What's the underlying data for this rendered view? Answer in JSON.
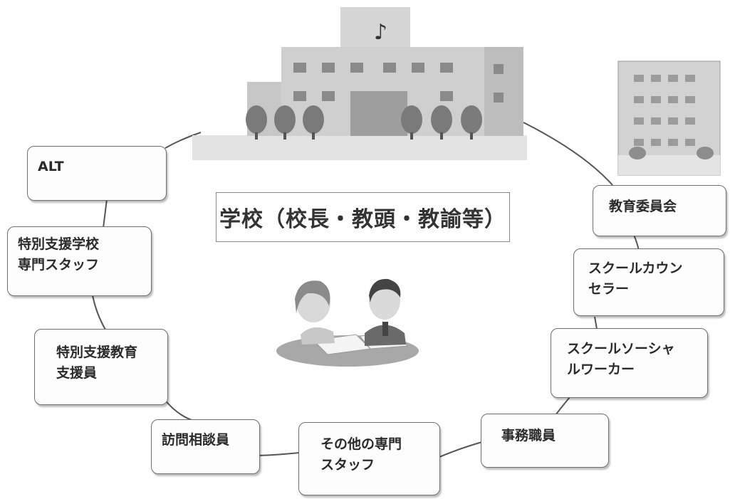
{
  "center": {
    "label": "学校（校長・教頭・教諭等）"
  },
  "nodes": {
    "alt": "ALT",
    "special_school_staff": "特別支援学校\n専門スタッフ",
    "special_support_assistant": "特別支援教育\n支援員",
    "visiting_counselor": "訪問相談員",
    "other_staff": "その他の専門\nスタッフ",
    "office_staff": "事務職員",
    "social_worker": "スクールソーシャ\nルワーカー",
    "school_counselor": "スクールカウン\nセラー",
    "board_of_education": "教育委員会"
  },
  "colors": {
    "border": "#6f6f6f",
    "line": "#555555",
    "building": "#bdbdbd"
  }
}
